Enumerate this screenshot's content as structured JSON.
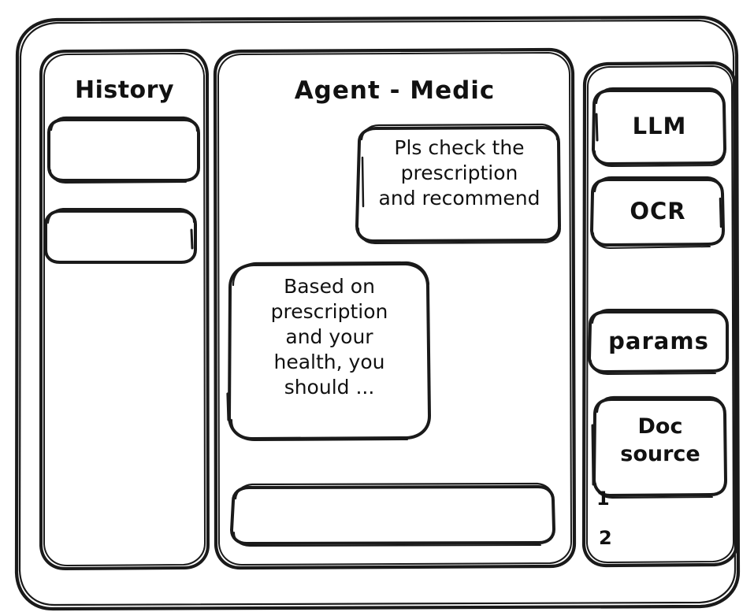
{
  "window": {
    "name": "agent-medic-wireframe",
    "style": "hand-drawn-sketch",
    "stroke_color": "#1a1a1a",
    "background_color": "#ffffff"
  },
  "sidebar": {
    "title": "History",
    "items": [
      {
        "label": ""
      },
      {
        "label": ""
      }
    ]
  },
  "main": {
    "title": "Agent - Medic",
    "messages": [
      {
        "role": "user",
        "text": "Pls check the\nprescription\nand recommend"
      },
      {
        "role": "assistant",
        "text": "Based on\nprescription\nand your\nhealth, you\nshould ..."
      }
    ],
    "composer": {
      "value": "",
      "placeholder": ""
    }
  },
  "tools_panel": {
    "buttons": [
      {
        "label": "LLM"
      },
      {
        "label": "OCR"
      },
      {
        "label": "params"
      },
      {
        "label": "Doc\nsource"
      }
    ],
    "source_list": [
      {
        "label": "1"
      },
      {
        "label": "2"
      }
    ]
  }
}
